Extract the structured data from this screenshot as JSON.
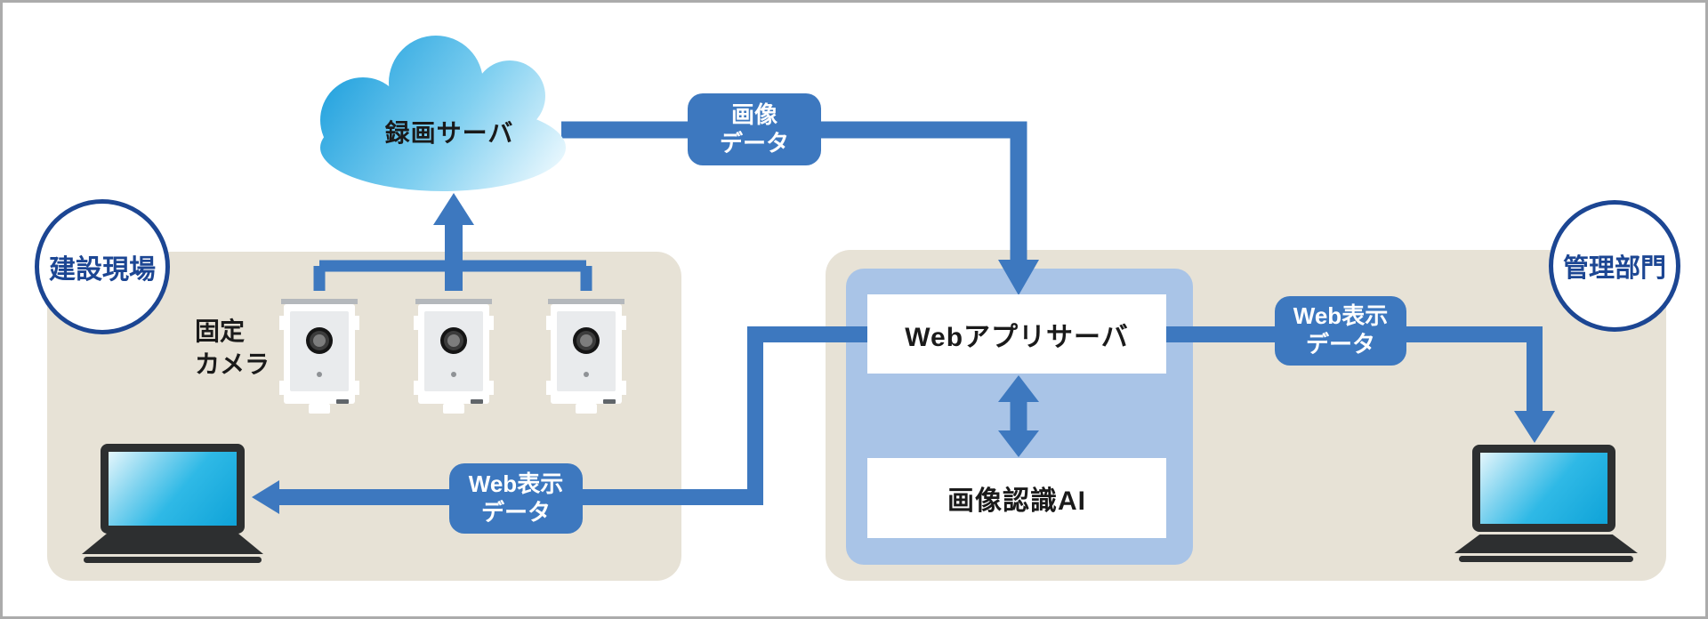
{
  "colors": {
    "accent_blue": "#3d78bf",
    "panel_blue": "#a9c4e7",
    "zone_beige": "#e7e2d6",
    "navy_circle": "#1c4693",
    "cloud_blue_top": "#27a4df",
    "cloud_blue_bottom": "#f5fcff",
    "laptop_screen_cyan": "#0fa3d8",
    "laptop_body_dark": "#2d2f30"
  },
  "cloud": {
    "label": "録画サーバ"
  },
  "zones": {
    "construction_site": {
      "label": "建設現場"
    },
    "management_dept": {
      "label": "管理部門"
    }
  },
  "camera": {
    "label_line1": "固定",
    "label_line2": "カメラ"
  },
  "boxes": {
    "web_app_server": {
      "label": "Webアプリサーバ"
    },
    "image_recognition_ai": {
      "label": "画像認識AI"
    }
  },
  "badges": {
    "image_data": {
      "line1": "画像",
      "line2": "データ"
    },
    "web_display_left": {
      "line1": "Web表示",
      "line2": "データ"
    },
    "web_display_right": {
      "line1": "Web表示",
      "line2": "データ"
    }
  }
}
